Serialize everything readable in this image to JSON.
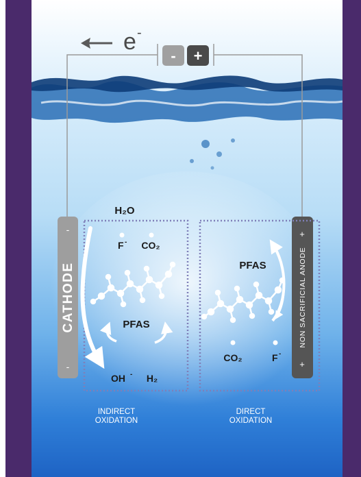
{
  "electron": {
    "label": "e",
    "superscript": "-"
  },
  "battery": {
    "minus": "-",
    "plus": "+"
  },
  "cathode": {
    "label": "CATHODE",
    "top_sign": "-",
    "bottom_sign": "-"
  },
  "anode": {
    "label": "NON SACRIFICIAL ANODE",
    "top_sign": "+",
    "bottom_sign": "+"
  },
  "indirect": {
    "h2o": "H₂O",
    "f_ion": "F",
    "f_charge": "-",
    "co2": "CO₂",
    "pfas": "PFAS",
    "oh": "OH",
    "oh_charge": "-",
    "h2": "H₂",
    "caption_line1": "INDIRECT",
    "caption_line2": "OXIDATION"
  },
  "direct": {
    "pfas": "PFAS",
    "co2": "CO₂",
    "f_ion": "F",
    "f_charge": "-",
    "caption_line1": "DIRECT",
    "caption_line2": "OXIDATION"
  },
  "colors": {
    "purple_border": "#4a2a6b",
    "cathode": "#9e9e9e",
    "anode": "#555555",
    "water_deep": "#1e63c4",
    "dashed_box": "#7f7fb8"
  }
}
